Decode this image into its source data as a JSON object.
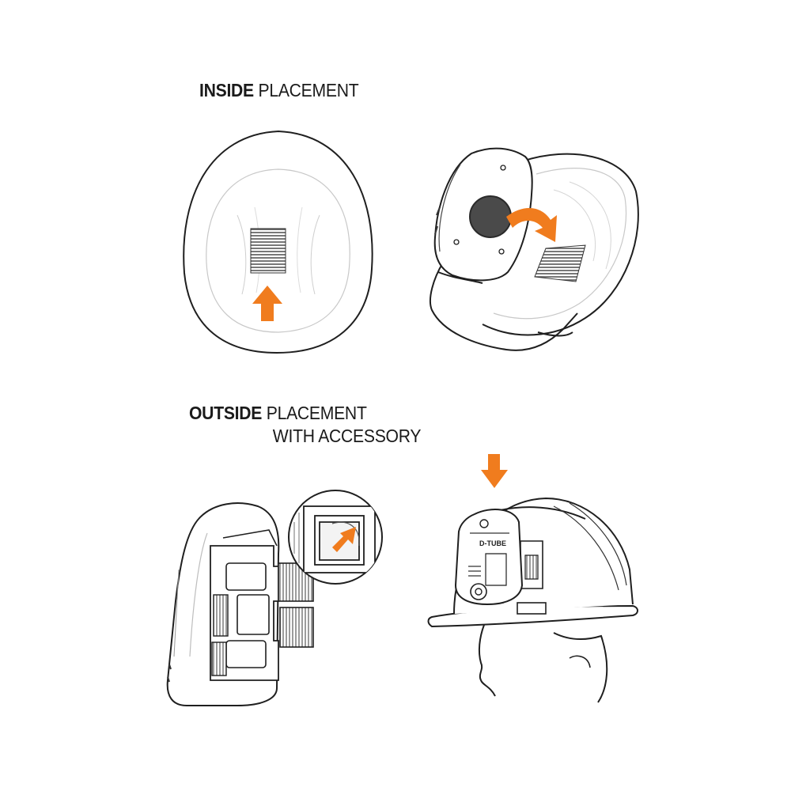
{
  "colors": {
    "accent": "#f07c1e",
    "outline": "#1f1f1f",
    "pad": "#555555",
    "background": "#ffffff"
  },
  "headings": {
    "inside": {
      "bold": "INSIDE",
      "rest": "PLACEMENT"
    },
    "outside": {
      "bold": "OUTSIDE",
      "rest": "PLACEMENT",
      "line2": "WITH ACCESSORY"
    }
  },
  "device": {
    "label": "D-TUBE"
  },
  "icons": [
    "helmet-interior-illustration",
    "device-attach-illustration",
    "accessory-clip-illustration",
    "magnifier-inset",
    "hardhat-worn-illustration",
    "arrow-up-icon",
    "curved-arrow-icon",
    "arrow-down-icon"
  ]
}
